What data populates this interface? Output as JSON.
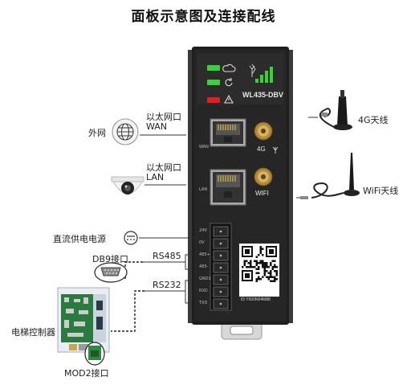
{
  "title": "面板示意图及连接配线",
  "device": {
    "model": "WL435-DBV",
    "qr_id": "ID Y500N04M88",
    "port_labels": {
      "wan": "WAN",
      "lan": "LAN",
      "4g": "4G",
      "wifi": "WIFI"
    },
    "terminal_pins": [
      "24V",
      "0V",
      "485+",
      "485-",
      "GND1",
      "RXD",
      "TXD"
    ],
    "led_colors": [
      "#3bd13b",
      "#3bd13b",
      "#e02020"
    ],
    "led_icons": [
      "cloud-icon",
      "refresh-icon",
      "warning-icon"
    ]
  },
  "labels": {
    "wan_line1": "以太网口",
    "wan_line2": "WAN",
    "external_net": "外网",
    "lan_line1": "以太网口",
    "lan_line2": "LAN",
    "antenna_4g": "4G天线",
    "antenna_wifi": "WiFi天线",
    "dc_power": "直流供电电源",
    "db9": "DB9接口",
    "rs485": "RS485",
    "rs232": "RS232",
    "elevator_controller": "电梯控制器",
    "mod2": "MOD2接口"
  }
}
